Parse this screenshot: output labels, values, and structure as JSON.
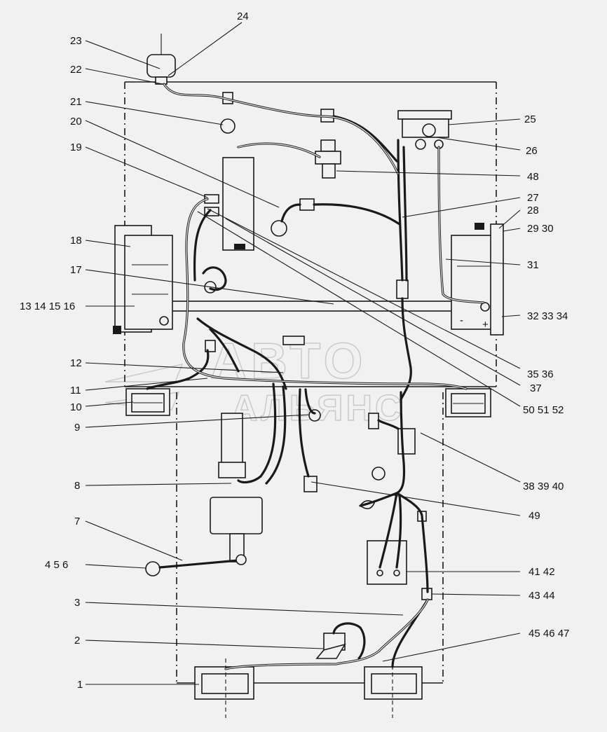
{
  "watermark": {
    "line1": "АВТО",
    "line2": "АЛЬЯНС"
  },
  "callouts": [
    {
      "id": "c24",
      "text": "24"
    },
    {
      "id": "c23",
      "text": "23"
    },
    {
      "id": "c22",
      "text": "22"
    },
    {
      "id": "c21",
      "text": "21"
    },
    {
      "id": "c20",
      "text": "20"
    },
    {
      "id": "c19",
      "text": "19"
    },
    {
      "id": "c18",
      "text": "18"
    },
    {
      "id": "c17",
      "text": "17"
    },
    {
      "id": "c13",
      "text": "13 14 15 16"
    },
    {
      "id": "c12",
      "text": "12"
    },
    {
      "id": "c11",
      "text": "11"
    },
    {
      "id": "c10",
      "text": "10"
    },
    {
      "id": "c9",
      "text": "9"
    },
    {
      "id": "c8",
      "text": "8"
    },
    {
      "id": "c7",
      "text": "7"
    },
    {
      "id": "c4",
      "text": "4  5  6"
    },
    {
      "id": "c3",
      "text": "3"
    },
    {
      "id": "c2",
      "text": "2"
    },
    {
      "id": "c1",
      "text": "1"
    },
    {
      "id": "c25",
      "text": "25"
    },
    {
      "id": "c26",
      "text": "26"
    },
    {
      "id": "c48",
      "text": "48"
    },
    {
      "id": "c27",
      "text": "27"
    },
    {
      "id": "c28",
      "text": "28"
    },
    {
      "id": "c29",
      "text": "29  30"
    },
    {
      "id": "c31",
      "text": "31"
    },
    {
      "id": "c32",
      "text": "32  33  34"
    },
    {
      "id": "c35",
      "text": "35 36"
    },
    {
      "id": "c37",
      "text": "37"
    },
    {
      "id": "c50",
      "text": "50  51  52"
    },
    {
      "id": "c38",
      "text": "38  39  40"
    },
    {
      "id": "c49",
      "text": "49"
    },
    {
      "id": "c41",
      "text": "41  42"
    },
    {
      "id": "c43",
      "text": "43  44"
    },
    {
      "id": "c45",
      "text": "45  46  47"
    }
  ]
}
